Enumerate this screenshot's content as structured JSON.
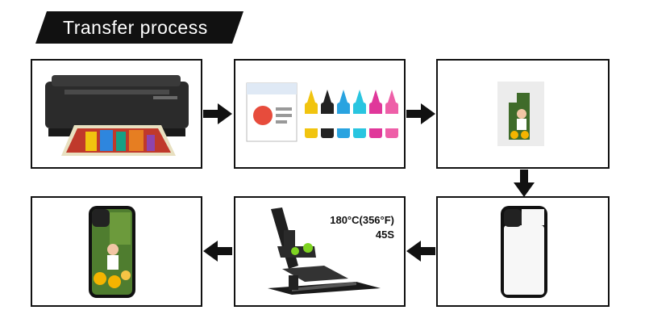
{
  "title": "Transfer process",
  "steps": [
    {
      "id": "print",
      "icon": "printer-icon"
    },
    {
      "id": "materials",
      "icon": "paper-and-ink-icon"
    },
    {
      "id": "printed-transfer",
      "icon": "transfer-paper-icon"
    },
    {
      "id": "blank-case",
      "icon": "phone-case-blank-icon"
    },
    {
      "id": "heat-press",
      "icon": "heat-press-icon"
    },
    {
      "id": "finished-case",
      "icon": "phone-case-printed-icon"
    }
  ],
  "heat_press": {
    "temperature": "180°C(356°F)",
    "time": "45S"
  },
  "colors": {
    "banner": "#111111",
    "accent_green": "#7ed321"
  }
}
